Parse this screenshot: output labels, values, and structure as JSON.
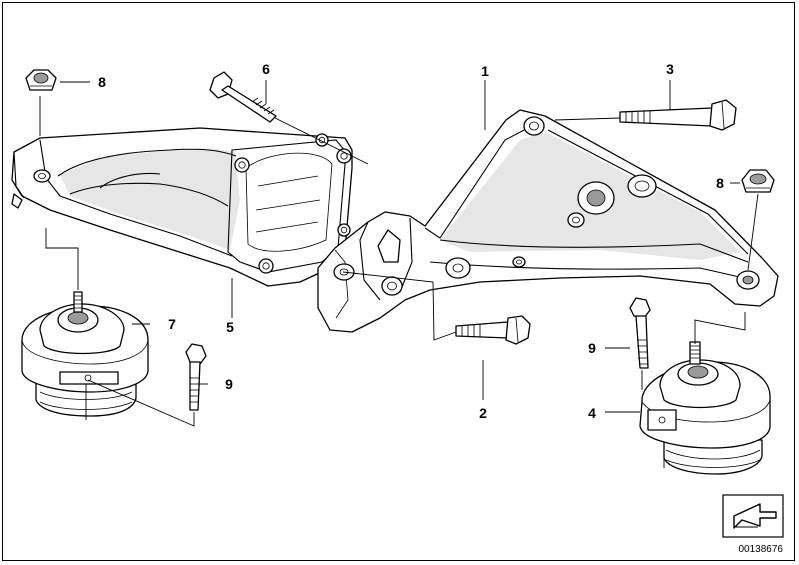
{
  "diagram": {
    "callouts": [
      {
        "id": "1",
        "label": "1"
      },
      {
        "id": "2",
        "label": "2"
      },
      {
        "id": "3",
        "label": "3"
      },
      {
        "id": "4",
        "label": "4"
      },
      {
        "id": "5",
        "label": "5"
      },
      {
        "id": "6",
        "label": "6"
      },
      {
        "id": "7",
        "label": "7"
      },
      {
        "id": "8a",
        "label": "8"
      },
      {
        "id": "8b",
        "label": "8"
      },
      {
        "id": "9a",
        "label": "9"
      },
      {
        "id": "9b",
        "label": "9"
      }
    ],
    "catalog_number": "00138676",
    "icons": {
      "nav_arrow": "return-arrow-icon"
    }
  }
}
